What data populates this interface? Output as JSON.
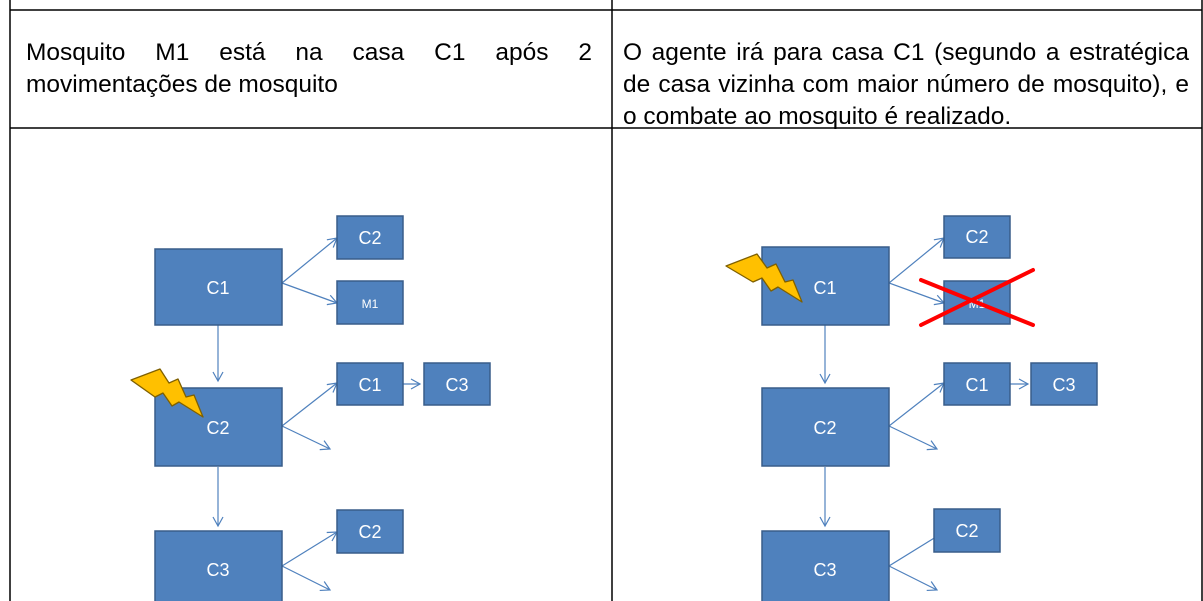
{
  "table": {
    "left_caption": "Mosquito M1 está na casa C1 após 2 movimentações de mosquito",
    "right_caption": "O agente irá para casa C1 (segundo a estratégica de casa vizinha com maior número de mosquito), e o combate ao mosquito é realizado."
  },
  "left_diagram": {
    "node_c1": "C1",
    "node_c1_top_child": "C2",
    "node_c1_mosquito": "M1",
    "node_c2": "C2",
    "node_c2_child": "C1",
    "node_c2_grandchild": "C3",
    "node_c3": "C3",
    "node_c3_child": "C2",
    "lightning_on": "C2"
  },
  "right_diagram": {
    "node_c1": "C1",
    "node_c1_top_child": "C2",
    "node_c1_mosquito": "M1",
    "mosquito_removed": true,
    "node_c2": "C2",
    "node_c2_child": "C1",
    "node_c2_grandchild": "C3",
    "node_c3": "C3",
    "node_c3_child": "C2",
    "lightning_on": "C1"
  },
  "colors": {
    "box_fill": "#4f81bd",
    "box_stroke": "#385d8a",
    "arrow": "#4f81bd",
    "box_text": "#ffffff",
    "cross": "#ff0000",
    "lightning_fill": "#ffc000",
    "lightning_stroke": "#7f6000",
    "grid": "#000000"
  }
}
